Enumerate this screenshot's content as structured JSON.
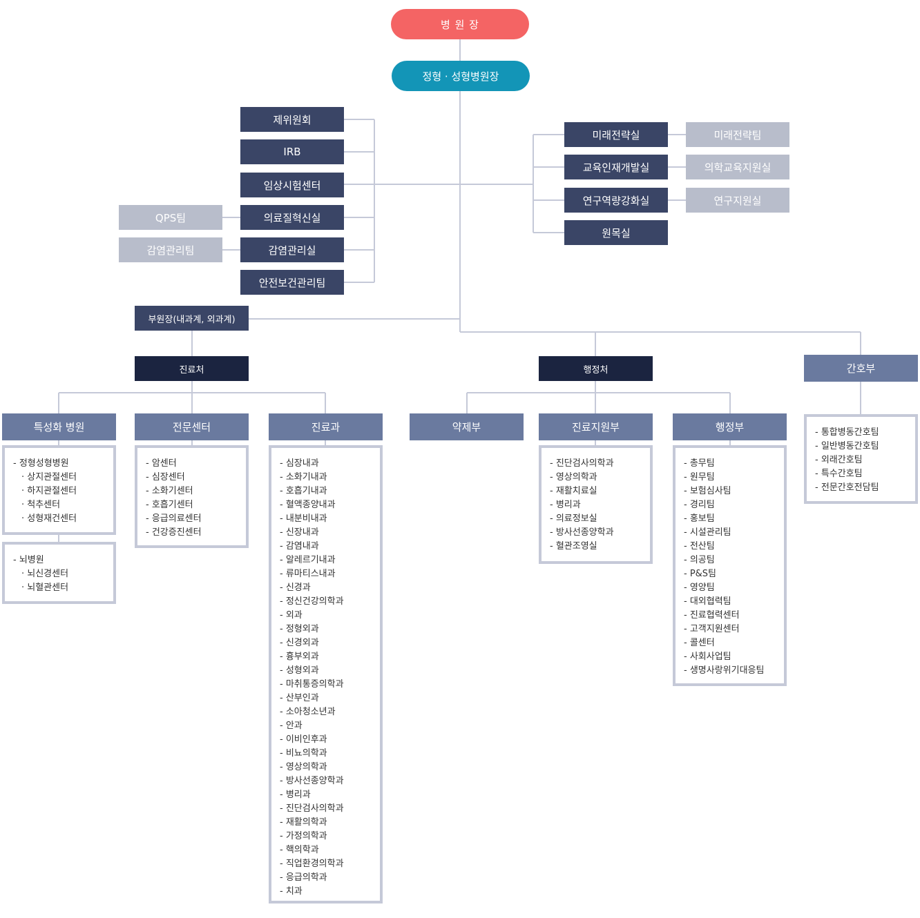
{
  "top": {
    "director": "병 원 장",
    "ortho": "정형 · 성형병원장"
  },
  "left_committees": [
    "제위원회",
    "IRB",
    "임상시험센터",
    "의료질혁신실",
    "감염관리실",
    "안전보건관리팀"
  ],
  "left_teams": [
    "QPS팀",
    "감염관리팀"
  ],
  "right_offices": [
    "미래전략실",
    "교육인재개발실",
    "연구역량강화실",
    "원목실"
  ],
  "right_teams": [
    "미래전략팀",
    "의학교육지원실",
    "연구지원실"
  ],
  "vice": "부원장(내과계, 외과계)",
  "divisions": {
    "medical": "진료처",
    "admin": "행정처",
    "nursing": "간호부"
  },
  "departments": {
    "special": "특성화 병원",
    "center": "전문센터",
    "clinic": "진료과",
    "pharmacy": "약제부",
    "support": "진료지원부",
    "administration": "행정부"
  },
  "lists": {
    "special1": [
      {
        "t": "- 정형성형병원",
        "s": false
      },
      {
        "t": "· 상지관절센터",
        "s": true
      },
      {
        "t": "· 하지관절센터",
        "s": true
      },
      {
        "t": "· 척추센터",
        "s": true
      },
      {
        "t": "· 성형재건센터",
        "s": true
      }
    ],
    "special2": [
      {
        "t": "- 뇌병원",
        "s": false
      },
      {
        "t": "· 뇌신경센터",
        "s": true
      },
      {
        "t": "· 뇌혈관센터",
        "s": true
      }
    ],
    "center": [
      "- 암센터",
      "- 심장센터",
      "- 소화기센터",
      "- 호흡기센터",
      "- 응급의료센터",
      "- 건강증진센터"
    ],
    "clinic": [
      "- 심장내과",
      "- 소화기내과",
      "- 호흡기내과",
      "- 혈액종양내과",
      "- 내분비내과",
      "- 신장내과",
      "- 감염내과",
      "- 알레르기내과",
      "- 류마티스내과",
      "- 신경과",
      "- 정신건강의학과",
      "- 외과",
      "- 정형외과",
      "- 신경외과",
      "- 흉부외과",
      "- 성형외과",
      "- 마취통증의학과",
      "- 산부인과",
      "- 소아청소년과",
      "- 안과",
      "- 이비인후과",
      "- 비뇨의학과",
      "- 영상의학과",
      "- 방사선종양학과",
      "- 병리과",
      "- 진단검사의학과",
      "- 재활의학과",
      "- 가정의학과",
      "- 핵의학과",
      "- 직업환경의학과",
      "- 응급의학과",
      "- 치과"
    ],
    "support": [
      "- 진단검사의학과",
      "- 영상의학과",
      "- 재활치료실",
      "- 병리과",
      "- 의료정보실",
      "- 방사선종양학과",
      "- 혈관조영실"
    ],
    "administration": [
      "- 총무팀",
      "- 원무팀",
      "- 보험심사팀",
      "- 경리팀",
      "- 홍보팀",
      "- 시설관리팀",
      "- 전산팀",
      "- 의공팀",
      "- P&S팀",
      "- 영양팀",
      "- 대외협력팀",
      "- 진료협력센터",
      "- 고객지원센터",
      "- 콜센터",
      "- 사회사업팀",
      "- 생명사랑위기대응팀"
    ],
    "nursing": [
      "- 통합병동간호팀",
      "- 일반병동간호팀",
      "- 외래간호팀",
      "- 특수간호팀",
      "- 전문간호전담팀"
    ]
  },
  "colors": {
    "director": "#f46464",
    "ortho": "#1395b7",
    "navy": "#3a4566",
    "grey": "#b8bdcb",
    "dark": "#1b2440",
    "mid": "#6a7a9f",
    "line": "#c5c9d8"
  }
}
